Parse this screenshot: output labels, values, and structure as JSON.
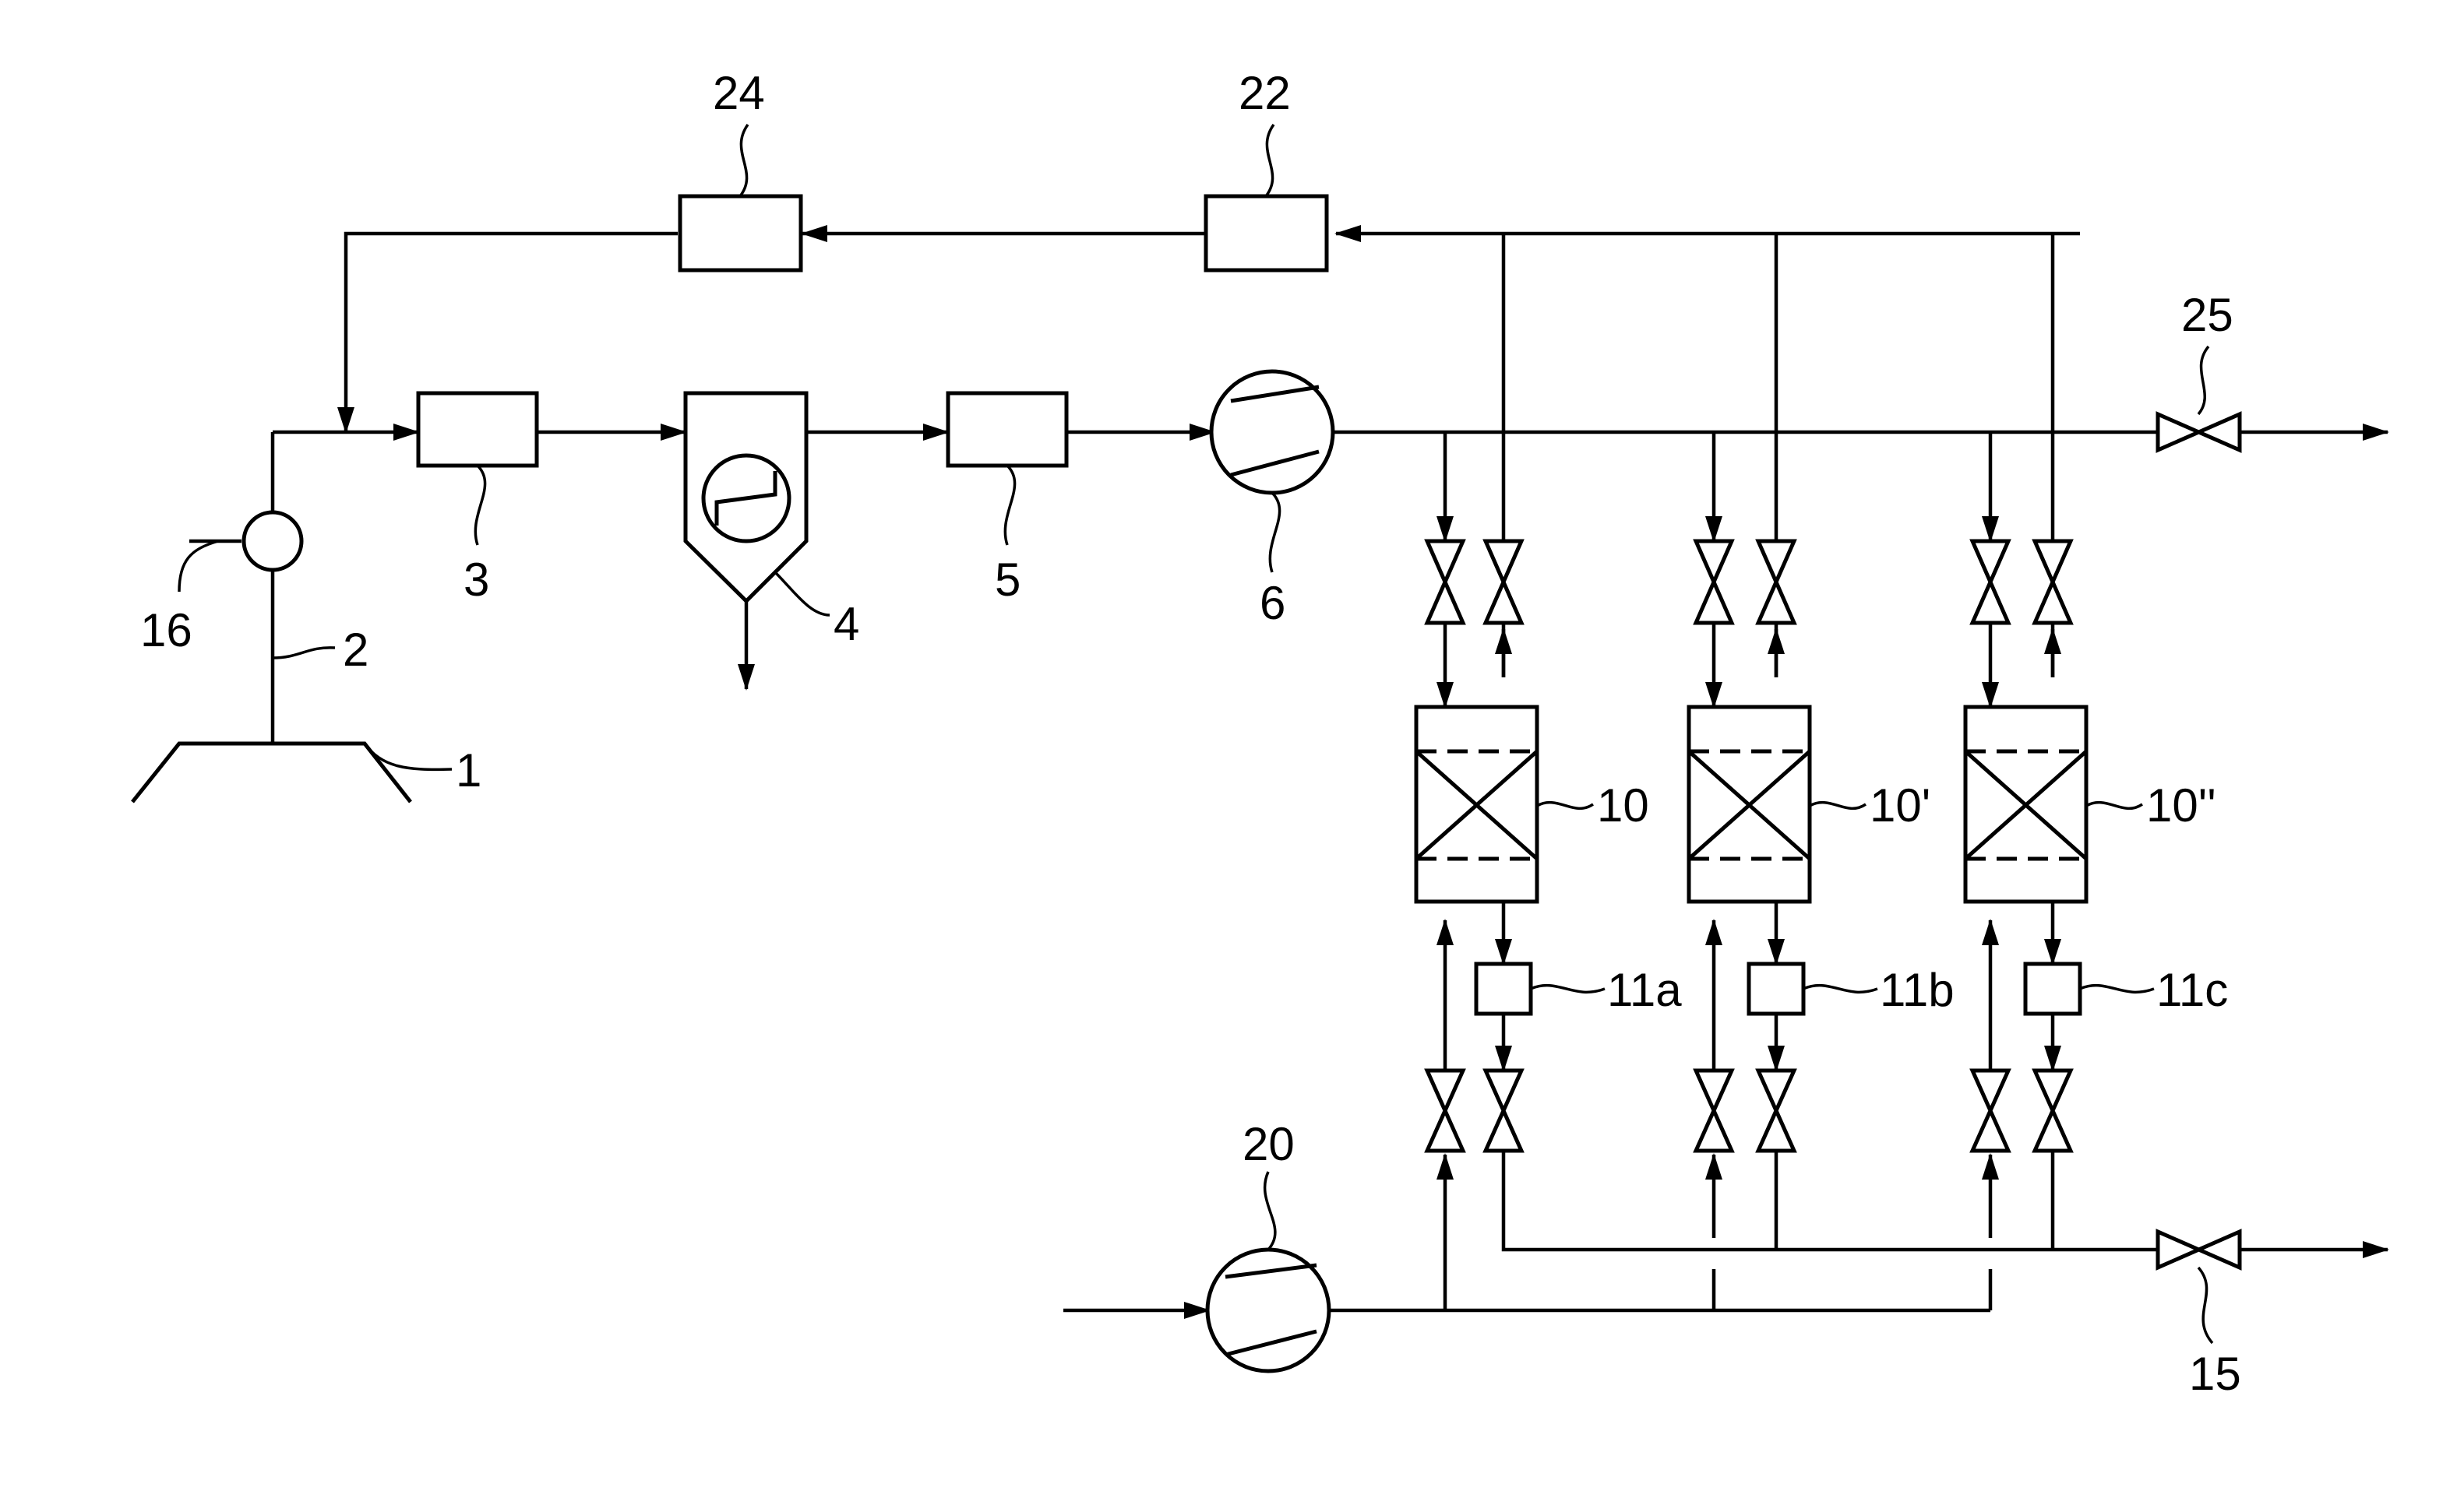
{
  "labels": {
    "hood": "1",
    "duct": "2",
    "unit_3": "3",
    "unit_4": "4",
    "unit_5": "5",
    "compressor_6": "6",
    "column_10": "10",
    "column_10p": "10'",
    "column_10pp": "10''",
    "unit_11a": "11a",
    "unit_11b": "11b",
    "unit_11c": "11c",
    "valve_15": "15",
    "sensor_16": "16",
    "compressor_20": "20",
    "unit_22": "22",
    "unit_24": "24",
    "valve_25": "25"
  },
  "colors": {
    "line": "#000000",
    "background": "#ffffff"
  }
}
